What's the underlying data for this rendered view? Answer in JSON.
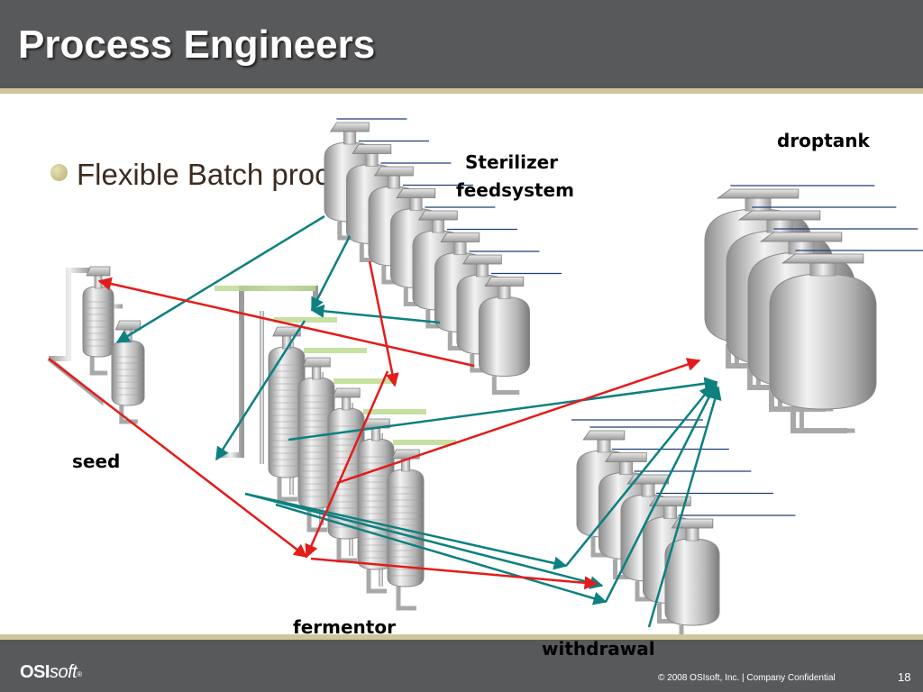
{
  "slide": {
    "title": "Process Engineers",
    "bullet": "Flexible Batch process",
    "page_number": "18"
  },
  "diagram": {
    "labels": {
      "sterilizer_line1": "Sterilizer",
      "sterilizer_line2": "feedsystem",
      "droptank": "droptank",
      "seed": "seed",
      "fermentor": "fermentor",
      "withdrawal": "withdrawal"
    },
    "colors": {
      "connection_feed": "#0d8080",
      "connection_transfer": "#e41b1b",
      "tank_body": "#b9b9b9"
    }
  },
  "footer": {
    "logo_osi": "OSI",
    "logo_soft": "soft",
    "logo_mark": "®",
    "copyright": "© 2008 OSIsoft, Inc.  |  Company Confidential"
  }
}
